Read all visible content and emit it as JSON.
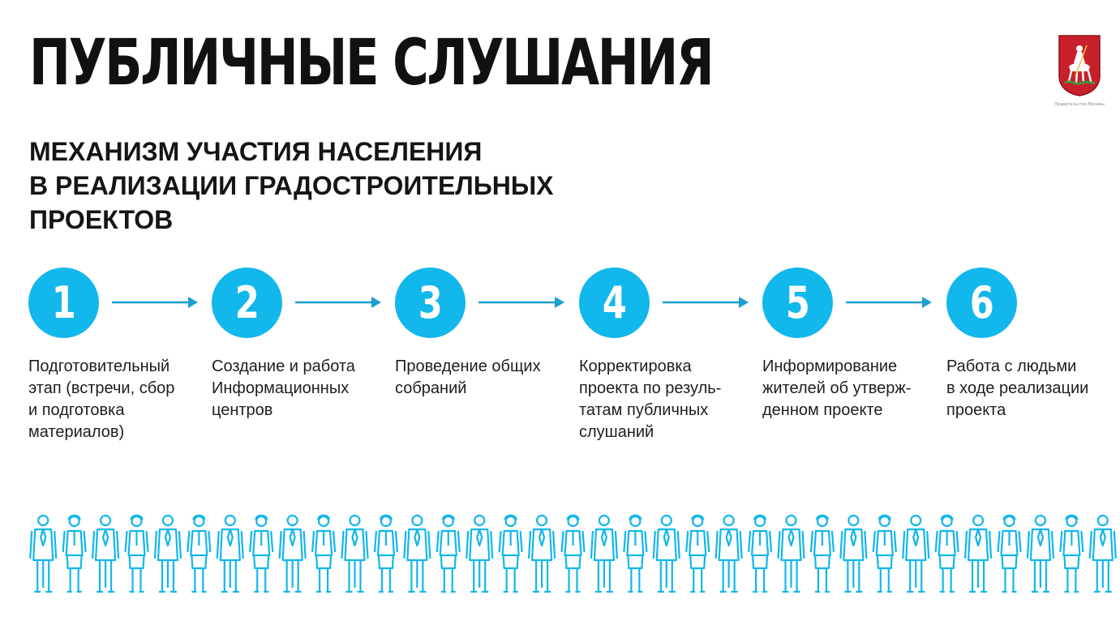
{
  "header": {
    "title": "ПУБЛИЧНЫЕ СЛУШАНИЯ",
    "emblem_icon": "moscow-coat-of-arms-icon",
    "emblem_caption": "Правительство Москвы"
  },
  "subtitle": {
    "lines": [
      "МЕХАНИЗМ УЧАСТИЯ НАСЕЛЕНИЯ",
      "В РЕАЛИЗАЦИИ ГРАДОСТРОИТЕЛЬНЫХ",
      "ПРОЕКТОВ"
    ]
  },
  "colors": {
    "accent": "#12b7eb",
    "emblem_red": "#c8202a",
    "text": "#111111"
  },
  "steps": [
    {
      "number": "1",
      "lines": [
        "Подготовительный",
        "этап (встречи, сбор",
        "и подготовка",
        "материалов)"
      ]
    },
    {
      "number": "2",
      "lines": [
        "Создание и работа",
        "Информационных",
        "центров"
      ]
    },
    {
      "number": "3",
      "lines": [
        "Проведение общих",
        "собраний"
      ]
    },
    {
      "number": "4",
      "lines": [
        "Корректировка",
        "проекта по резуль-",
        "татам публичных",
        "слушаний"
      ]
    },
    {
      "number": "5",
      "lines": [
        "Информирование",
        "жителей об утверж-",
        "денном проекте"
      ]
    },
    {
      "number": "6",
      "lines": [
        "Работа с людьми",
        "в ходе реализации",
        "проекта"
      ]
    }
  ],
  "crowd": {
    "icon": "person-icon",
    "count": 35,
    "color": "#12b7eb"
  }
}
